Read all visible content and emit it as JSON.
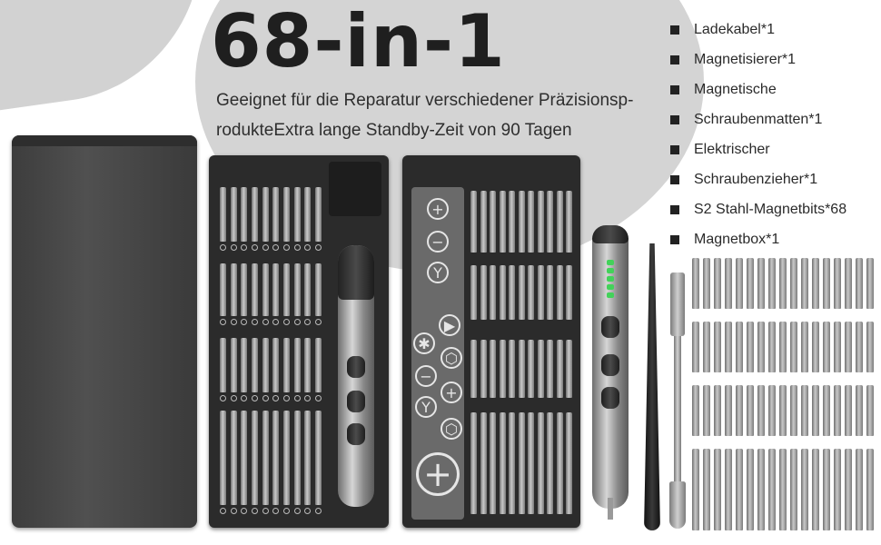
{
  "headline": "68-in-1",
  "subtitle": {
    "line1": "Geeignet für die Reparatur verschiedener Präzisionsp-",
    "line2": "rodukteExtra lange Standby-Zeit von 90 Tagen"
  },
  "contents": [
    "Ladekabel*1",
    "Magnetisierer*1",
    "Magnetische",
    "Schraubenmatten*1",
    "Elektrischer",
    "Schraubenzieher*1",
    "S2 Stahl-Magnetbits*68",
    "Magnetbox*1"
  ],
  "colors": {
    "case": "#2b2b2b",
    "led": "#43d25a",
    "background_blob": "#d4d4d4"
  },
  "driver_led_segments": 5,
  "icons": [
    "phillips-icon",
    "slotted-icon",
    "tri-wing-icon",
    "torx-icon",
    "pentalobe-icon",
    "hex-icon"
  ]
}
